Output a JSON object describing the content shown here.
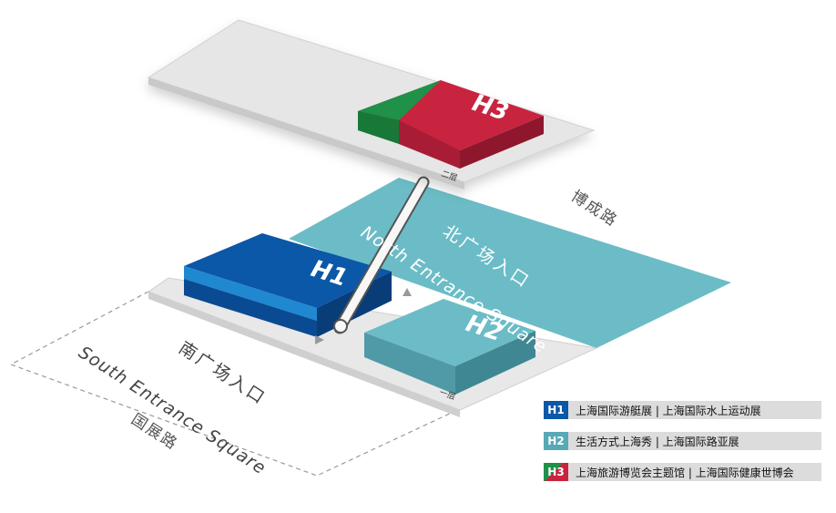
{
  "halls": [
    {
      "id": "H1",
      "label": "H1",
      "color": "#0b57a8",
      "secondary_color": "#1f88d0"
    },
    {
      "id": "H2",
      "label": "H2",
      "color": "#57a9b7"
    },
    {
      "id": "H3",
      "label": "H3",
      "color": "#c8243f",
      "secondary_color": "#1f9148"
    }
  ],
  "floors": {
    "ground": "一层",
    "second": "二层"
  },
  "squares": {
    "north": {
      "cn": "北广场入口",
      "en": "North Entrance Square",
      "color": "#6bbcc6"
    },
    "south": {
      "cn": "南广场入口",
      "en": "South Entrance Square"
    }
  },
  "roads": {
    "bocheng": "博成路",
    "guozhan": "国展路"
  },
  "legend": [
    {
      "code": "H1",
      "text": "上海国际游艇展 | 上海国际水上运动展",
      "color": "#0b57a8"
    },
    {
      "code": "H2",
      "text": "生活方式上海秀 | 上海国际路亚展",
      "color": "#57a9b7"
    },
    {
      "code": "H3",
      "text": "上海旅游博览会主题馆 | 上海国际健康世博会",
      "color": "#c8243f"
    }
  ]
}
